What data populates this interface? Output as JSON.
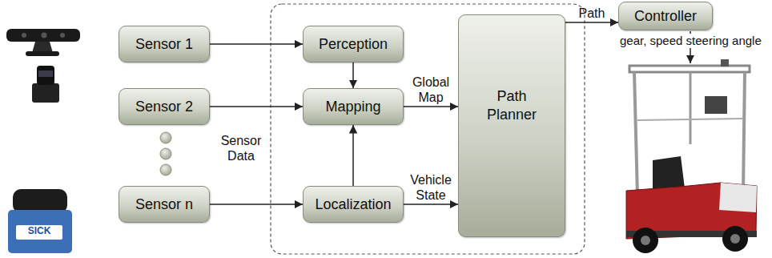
{
  "diagram": {
    "nodes": [
      {
        "text": [
          "Sensor 1"
        ]
      },
      {
        "text": [
          "Sensor 2"
        ]
      },
      {
        "text": [
          "Sensor n"
        ]
      },
      {
        "text": [
          "Perception"
        ]
      },
      {
        "text": [
          "Mapping"
        ]
      },
      {
        "text": [
          "Localization"
        ]
      },
      {
        "text": [
          "Path Planner"
        ]
      },
      {
        "text": [
          "Controller"
        ]
      }
    ],
    "edges": [
      {
        "from": 0,
        "to": 3,
        "arrow": "to"
      },
      {
        "from": 1,
        "to": 4,
        "arrow": "to"
      },
      {
        "from": 2,
        "to": 5,
        "arrow": "to"
      },
      {
        "from": 3,
        "to": 4,
        "arrow": "to"
      },
      {
        "from": 5,
        "to": 4,
        "arrow": "to"
      },
      {
        "from": 4,
        "to": 6,
        "arrow": "to",
        "label": "Global Map"
      },
      {
        "from": 5,
        "to": 6,
        "arrow": "to",
        "label": "Vehicle State"
      },
      {
        "from": 6,
        "to": 7,
        "arrow": "to",
        "label": "Path"
      }
    ],
    "labels": [
      "Sensor Data",
      "gear, speed steering angle",
      "SICK"
    ]
  }
}
